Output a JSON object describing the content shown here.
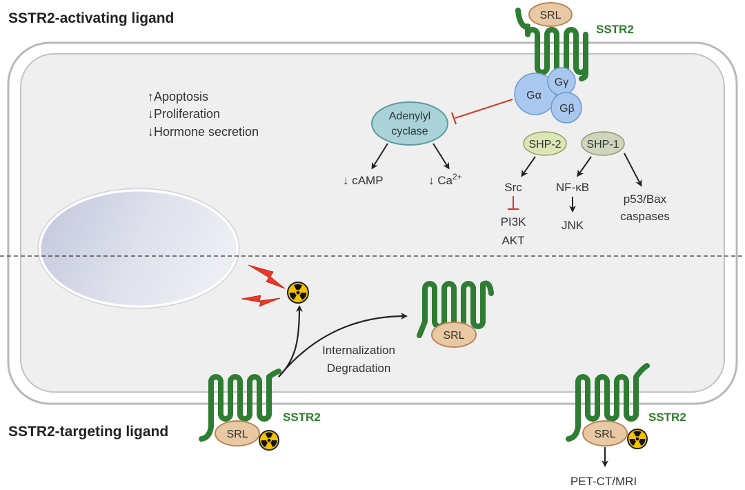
{
  "titles": {
    "activating": "SSTR2-activating ligand",
    "targeting": "SSTR2-targeting ligand"
  },
  "receptor_label": "SSTR2",
  "ligand_label": "SRL",
  "g_protein": {
    "alpha": "Gα",
    "gamma": "Gγ",
    "beta": "Gβ"
  },
  "adenylyl_cyclase": {
    "line1": "Adenylyl",
    "line2": "cyclase"
  },
  "effects": [
    "↑Apoptosis",
    "↓Proliferation",
    "↓Hormone secretion"
  ],
  "second_messengers": {
    "camp": "↓ cAMP",
    "ca_base": "↓ Ca",
    "ca_sup": "2+"
  },
  "phosphatases": {
    "shp2": "SHP-2",
    "shp1": "SHP-1"
  },
  "pathway": {
    "src": "Src",
    "pi3k": "PI3K",
    "akt": "AKT",
    "nfkb": "NF-κB",
    "jnk": "JNK",
    "p53": "p53/Bax",
    "caspases": "caspases"
  },
  "internalization": {
    "line1": "Internalization",
    "line2": "Degradation"
  },
  "imaging": "PET-CT/MRI",
  "colors": {
    "receptor": "#2e7d32",
    "ligand_fill": "#e9c9a3",
    "ligand_stroke": "#b8865a",
    "g_protein_fill": "#a9c8ef",
    "ac_fill": "#a9d3d8",
    "shp2_fill": "#dbe5b6",
    "shp1_fill": "#cfd5bd",
    "inhibit": "#d23a2a",
    "lightning": "#e53a2a",
    "radiation": "#f2c200"
  }
}
